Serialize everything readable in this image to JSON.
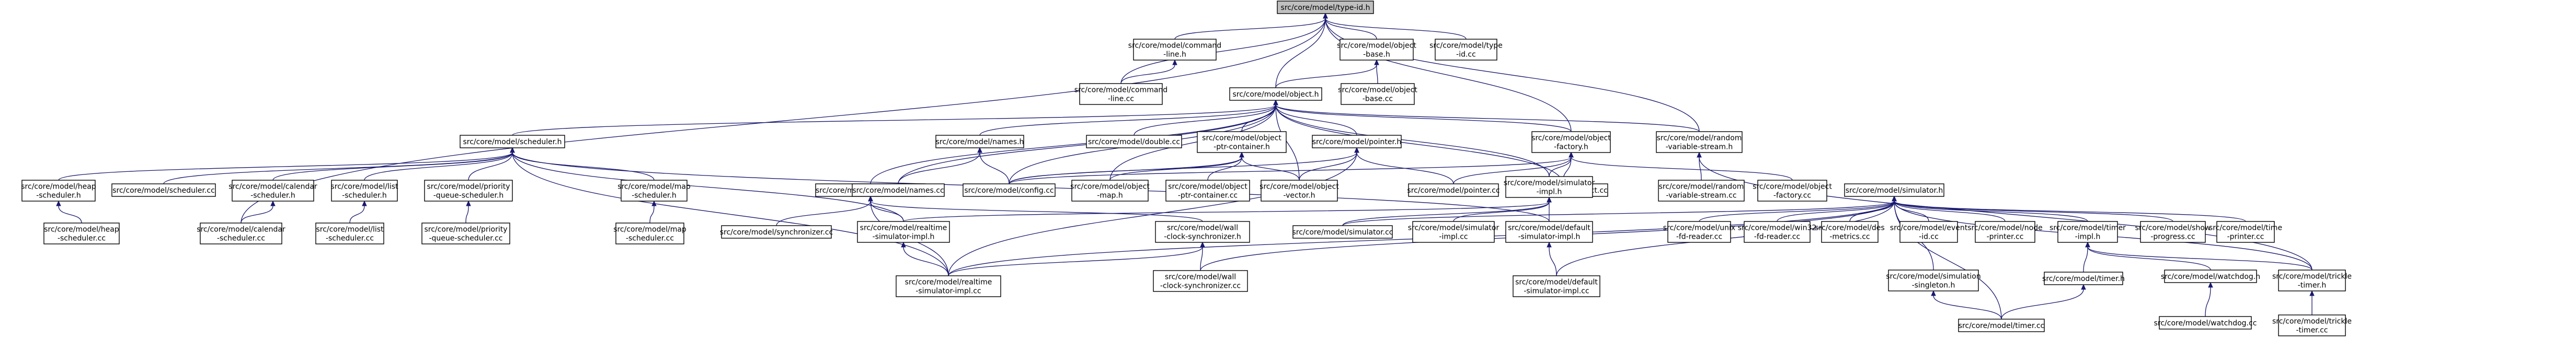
{
  "nodes": [
    {
      "id": "root",
      "lines": [
        "src/core/model/type-id.h"
      ]
    },
    {
      "id": "cmdline_h",
      "lines": [
        "src/core/model/command",
        "-line.h"
      ]
    },
    {
      "id": "objbase_h",
      "lines": [
        "src/core/model/object",
        "-base.h"
      ]
    },
    {
      "id": "typeid_cc",
      "lines": [
        "src/core/model/type",
        "-id.cc"
      ]
    },
    {
      "id": "cmdline_cc",
      "lines": [
        "src/core/model/command",
        "-line.cc"
      ]
    },
    {
      "id": "object_h",
      "lines": [
        "src/core/model/object.h"
      ]
    },
    {
      "id": "objbase_cc",
      "lines": [
        "src/core/model/object",
        "-base.cc"
      ]
    },
    {
      "id": "scheduler_h",
      "lines": [
        "src/core/model/scheduler.h"
      ]
    },
    {
      "id": "names_h",
      "lines": [
        "src/core/model/names.h"
      ]
    },
    {
      "id": "double_cc",
      "lines": [
        "src/core/model/double.cc"
      ]
    },
    {
      "id": "ptrcont_h",
      "lines": [
        "src/core/model/object",
        "-ptr-container.h"
      ]
    },
    {
      "id": "pointer_h",
      "lines": [
        "src/core/model/pointer.h"
      ]
    },
    {
      "id": "objfactory_h",
      "lines": [
        "src/core/model/object",
        "-factory.h"
      ]
    },
    {
      "id": "randstream_h",
      "lines": [
        "src/core/model/random",
        "-variable-stream.h"
      ]
    },
    {
      "id": "heap_h",
      "lines": [
        "src/core/model/heap",
        "-scheduler.h"
      ]
    },
    {
      "id": "scheduler_cc",
      "lines": [
        "src/core/model/scheduler.cc"
      ]
    },
    {
      "id": "calendar_h",
      "lines": [
        "src/core/model/calendar",
        "-scheduler.h"
      ]
    },
    {
      "id": "list_h",
      "lines": [
        "src/core/model/list",
        "-scheduler.h"
      ]
    },
    {
      "id": "prio_h",
      "lines": [
        "src/core/model/priority",
        "-queue-scheduler.h"
      ]
    },
    {
      "id": "map_h",
      "lines": [
        "src/core/model/map",
        "-scheduler.h"
      ]
    },
    {
      "id": "sync_h",
      "lines": [
        "src/core/model/synchronizer.h"
      ]
    },
    {
      "id": "names_cc",
      "lines": [
        "src/core/model/names.cc"
      ]
    },
    {
      "id": "config_cc",
      "lines": [
        "src/core/model/config.cc"
      ]
    },
    {
      "id": "objmap_h",
      "lines": [
        "src/core/model/object",
        "-map.h"
      ]
    },
    {
      "id": "ptrcont_cc",
      "lines": [
        "src/core/model/object",
        "-ptr-container.cc"
      ]
    },
    {
      "id": "objvector_h",
      "lines": [
        "src/core/model/object",
        "-vector.h"
      ]
    },
    {
      "id": "pointer_cc",
      "lines": [
        "src/core/model/pointer.cc"
      ]
    },
    {
      "id": "object_cc",
      "lines": [
        "src/core/model/object.cc"
      ]
    },
    {
      "id": "simimpl_h",
      "lines": [
        "src/core/model/simulator",
        "-impl.h"
      ]
    },
    {
      "id": "randstream_cc",
      "lines": [
        "src/core/model/random",
        "-variable-stream.cc"
      ]
    },
    {
      "id": "objfactory_cc",
      "lines": [
        "src/core/model/object",
        "-factory.cc"
      ]
    },
    {
      "id": "simulator_h",
      "lines": [
        "src/core/model/simulator.h"
      ]
    },
    {
      "id": "heap_cc",
      "lines": [
        "src/core/model/heap",
        "-scheduler.cc"
      ]
    },
    {
      "id": "calendar_cc",
      "lines": [
        "src/core/model/calendar",
        "-scheduler.cc"
      ]
    },
    {
      "id": "list_cc",
      "lines": [
        "src/core/model/list",
        "-scheduler.cc"
      ]
    },
    {
      "id": "prio_cc",
      "lines": [
        "src/core/model/priority",
        "-queue-scheduler.cc"
      ]
    },
    {
      "id": "map_cc",
      "lines": [
        "src/core/model/map",
        "-scheduler.cc"
      ]
    },
    {
      "id": "sync_cc",
      "lines": [
        "src/core/model/synchronizer.cc"
      ]
    },
    {
      "id": "rtimpl_h",
      "lines": [
        "src/core/model/realtime",
        "-simulator-impl.h"
      ]
    },
    {
      "id": "wallclock_h",
      "lines": [
        "src/core/model/wall",
        "-clock-synchronizer.h"
      ]
    },
    {
      "id": "simulator_cc",
      "lines": [
        "src/core/model/simulator.cc"
      ]
    },
    {
      "id": "simimpl_cc",
      "lines": [
        "src/core/model/simulator",
        "-impl.cc"
      ]
    },
    {
      "id": "defsimimpl_h",
      "lines": [
        "src/core/model/default",
        "-simulator-impl.h"
      ]
    },
    {
      "id": "jsonfd_cc",
      "lines": [
        "src/core/model/unix",
        "-fd-reader.cc"
      ]
    },
    {
      "id": "win32fd_cc",
      "lines": [
        "src/core/model/win32",
        "-fd-reader.cc"
      ]
    },
    {
      "id": "desmetrics_cc",
      "lines": [
        "src/core/model/des",
        "-metrics.cc"
      ]
    },
    {
      "id": "eventid_cc",
      "lines": [
        "src/core/model/event",
        "-id.cc"
      ]
    },
    {
      "id": "nodeprinter_cc",
      "lines": [
        "src/core/model/node",
        "-printer.cc"
      ]
    },
    {
      "id": "timerimpl_h",
      "lines": [
        "src/core/model/timer",
        "-impl.h"
      ]
    },
    {
      "id": "showprog_cc",
      "lines": [
        "src/core/model/show",
        "-progress.cc"
      ]
    },
    {
      "id": "timeprinter_cc",
      "lines": [
        "src/core/model/time",
        "-printer.cc"
      ]
    },
    {
      "id": "rtimpl_cc",
      "lines": [
        "src/core/model/realtime",
        "-simulator-impl.cc"
      ]
    },
    {
      "id": "wallclock_cc",
      "lines": [
        "src/core/model/wall",
        "-clock-synchronizer.cc"
      ]
    },
    {
      "id": "defsimimpl_cc",
      "lines": [
        "src/core/model/default",
        "-simulator-impl.cc"
      ]
    },
    {
      "id": "simsingleton_h",
      "lines": [
        "src/core/model/simulation",
        "-singleton.h"
      ]
    },
    {
      "id": "timer_h",
      "lines": [
        "src/core/model/timer.h"
      ]
    },
    {
      "id": "watchdog_h",
      "lines": [
        "src/core/model/watchdog.h"
      ]
    },
    {
      "id": "trickle_h",
      "lines": [
        "src/core/model/trickle",
        "-timer.h"
      ]
    },
    {
      "id": "timer_cc",
      "lines": [
        "src/core/model/timer.cc"
      ]
    },
    {
      "id": "watchdog_cc",
      "lines": [
        "src/core/model/watchdog.cc"
      ]
    },
    {
      "id": "trickle_cc",
      "lines": [
        "src/core/model/trickle",
        "-timer.cc"
      ]
    }
  ],
  "edges": [
    [
      "cmdline_h",
      "root"
    ],
    [
      "objbase_h",
      "root"
    ],
    [
      "typeid_cc",
      "root"
    ],
    [
      "cmdline_cc",
      "root"
    ],
    [
      "object_h",
      "root"
    ],
    [
      "calendar_cc",
      "root"
    ],
    [
      "randstream_h",
      "root"
    ],
    [
      "objfactory_h",
      "root"
    ],
    [
      "cmdline_cc",
      "cmdline_h"
    ],
    [
      "object_h",
      "objbase_h"
    ],
    [
      "objbase_cc",
      "objbase_h"
    ],
    [
      "scheduler_h",
      "object_h"
    ],
    [
      "names_h",
      "object_h"
    ],
    [
      "double_cc",
      "object_h"
    ],
    [
      "ptrcont_h",
      "object_h"
    ],
    [
      "pointer_h",
      "object_h"
    ],
    [
      "objfactory_h",
      "object_h"
    ],
    [
      "randstream_h",
      "object_h"
    ],
    [
      "names_cc",
      "object_h"
    ],
    [
      "config_cc",
      "object_h"
    ],
    [
      "sync_h",
      "object_h"
    ],
    [
      "objmap_h",
      "object_h"
    ],
    [
      "objvector_h",
      "object_h"
    ],
    [
      "object_cc",
      "object_h"
    ],
    [
      "simimpl_h",
      "object_h"
    ],
    [
      "heap_h",
      "scheduler_h"
    ],
    [
      "scheduler_cc",
      "scheduler_h"
    ],
    [
      "calendar_h",
      "scheduler_h"
    ],
    [
      "list_h",
      "scheduler_h"
    ],
    [
      "prio_h",
      "scheduler_h"
    ],
    [
      "map_h",
      "scheduler_h"
    ],
    [
      "rtimpl_h",
      "scheduler_h"
    ],
    [
      "defsimimpl_h",
      "scheduler_h"
    ],
    [
      "rtimpl_cc",
      "scheduler_h"
    ],
    [
      "heap_cc",
      "heap_h"
    ],
    [
      "calendar_cc",
      "calendar_h"
    ],
    [
      "list_cc",
      "list_h"
    ],
    [
      "prio_cc",
      "prio_h"
    ],
    [
      "map_cc",
      "map_h"
    ],
    [
      "names_cc",
      "names_h"
    ],
    [
      "config_cc",
      "names_h"
    ],
    [
      "objmap_h",
      "ptrcont_h"
    ],
    [
      "ptrcont_cc",
      "ptrcont_h"
    ],
    [
      "objvector_h",
      "ptrcont_h"
    ],
    [
      "config_cc",
      "ptrcont_h"
    ],
    [
      "pointer_cc",
      "pointer_h"
    ],
    [
      "config_cc",
      "pointer_h"
    ],
    [
      "objvector_h",
      "pointer_h"
    ],
    [
      "rtimpl_cc",
      "pointer_h"
    ],
    [
      "object_cc",
      "objfactory_h"
    ],
    [
      "objfactory_cc",
      "objfactory_h"
    ],
    [
      "simimpl_h",
      "objfactory_h"
    ],
    [
      "config_cc",
      "objfactory_h"
    ],
    [
      "pointer_cc",
      "objfactory_h"
    ],
    [
      "randstream_cc",
      "randstream_h"
    ],
    [
      "trickle_h",
      "randstream_h"
    ],
    [
      "sync_cc",
      "sync_h"
    ],
    [
      "rtimpl_h",
      "sync_h"
    ],
    [
      "wallclock_h",
      "sync_h"
    ],
    [
      "rtimpl_cc",
      "sync_h"
    ],
    [
      "simulator_cc",
      "simimpl_h"
    ],
    [
      "simimpl_cc",
      "simimpl_h"
    ],
    [
      "defsimimpl_h",
      "simimpl_h"
    ],
    [
      "rtimpl_h",
      "simimpl_h"
    ],
    [
      "rtimpl_cc",
      "rtimpl_h"
    ],
    [
      "wallclock_cc",
      "wallclock_h"
    ],
    [
      "rtimpl_cc",
      "wallclock_h"
    ],
    [
      "defsimimpl_cc",
      "defsimimpl_h"
    ],
    [
      "simulator_cc",
      "simulator_h"
    ],
    [
      "jsonfd_cc",
      "simulator_h"
    ],
    [
      "win32fd_cc",
      "simulator_h"
    ],
    [
      "desmetrics_cc",
      "simulator_h"
    ],
    [
      "eventid_cc",
      "simulator_h"
    ],
    [
      "nodeprinter_cc",
      "simulator_h"
    ],
    [
      "timerimpl_h",
      "simulator_h"
    ],
    [
      "showprog_cc",
      "simulator_h"
    ],
    [
      "timeprinter_cc",
      "simulator_h"
    ],
    [
      "simsingleton_h",
      "simulator_h"
    ],
    [
      "rtimpl_cc",
      "simulator_h"
    ],
    [
      "wallclock_cc",
      "simulator_h"
    ],
    [
      "defsimimpl_cc",
      "simulator_h"
    ],
    [
      "timer_cc",
      "simulator_h"
    ],
    [
      "trickle_h",
      "simulator_h"
    ],
    [
      "timer_h",
      "timerimpl_h"
    ],
    [
      "watchdog_h",
      "timerimpl_h"
    ],
    [
      "trickle_h",
      "timerimpl_h"
    ],
    [
      "timer_cc",
      "timer_h"
    ],
    [
      "watchdog_cc",
      "watchdog_h"
    ],
    [
      "trickle_cc",
      "trickle_h"
    ],
    [
      "timer_cc",
      "simsingleton_h"
    ]
  ]
}
